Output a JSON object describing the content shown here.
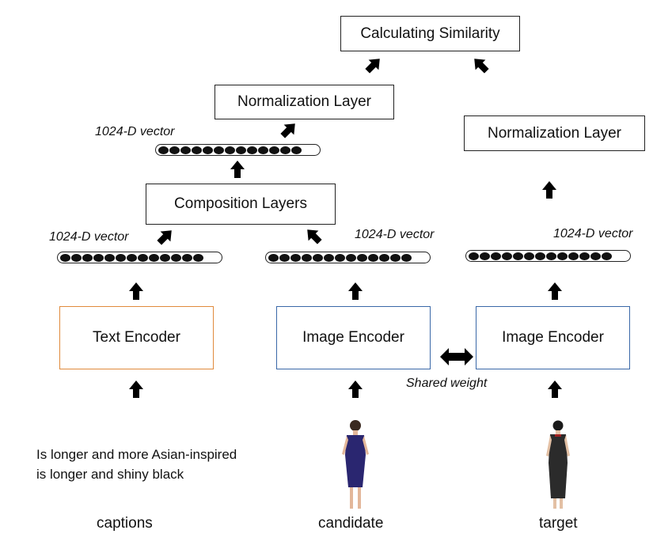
{
  "boxes": {
    "calc_similarity": "Calculating Similarity",
    "norm_left": "Normalization Layer",
    "norm_right": "Normalization Layer",
    "composition": "Composition Layers",
    "text_encoder": "Text Encoder",
    "image_encoder_candidate": "Image Encoder",
    "image_encoder_target": "Image Encoder"
  },
  "vector_labels": {
    "top": "1024-D vector",
    "text": "1024-D vector",
    "candidate": "1024-D vector",
    "target": "1024-D vector"
  },
  "shared_weight_label": "Shared weight",
  "caption_lines": [
    "Is longer and more Asian-inspired",
    "is longer and shiny black"
  ],
  "bottom_labels": {
    "captions": "captions",
    "candidate": "candidate",
    "target": "target"
  },
  "colors": {
    "text_encoder_border": "#e08a3c",
    "image_encoder_border": "#3a68a8",
    "candidate_dress": "#2a2670",
    "target_dress": "#2b2b2b"
  }
}
